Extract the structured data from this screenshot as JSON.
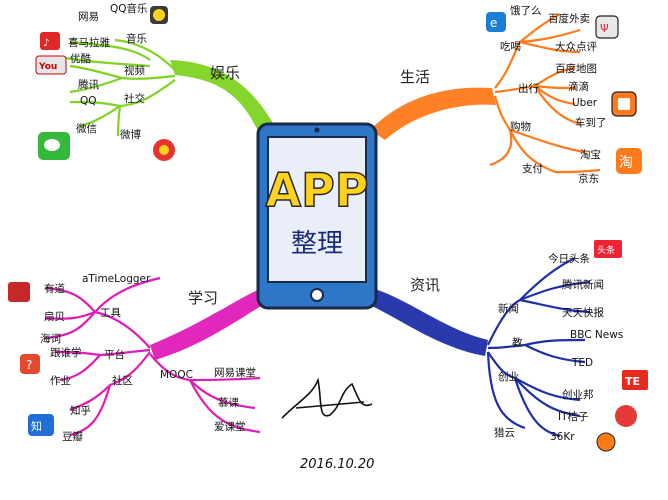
{
  "center": {
    "title": "APP",
    "subtitle": "整理"
  },
  "colors": {
    "entertainment": "#7fd321",
    "life": "#ff7a1a",
    "study": "#e01cb8",
    "news": "#1f2fa8",
    "phone_body": "#2e76c8",
    "screen": "#e9eef8",
    "app_text": "#ffd21f"
  },
  "branches": {
    "entertainment": {
      "label": "娱乐",
      "subs": [
        {
          "label": "音乐",
          "leaves": [
            "网易",
            "QQ音乐",
            "喜马拉雅"
          ]
        },
        {
          "label": "视频",
          "leaves": [
            "优酷",
            "腾讯"
          ]
        },
        {
          "label": "社交",
          "leaves": [
            "QQ",
            "微信",
            "微博"
          ]
        }
      ]
    },
    "life": {
      "label": "生活",
      "subs": [
        {
          "label": "吃喝",
          "leaves": [
            "饿了么",
            "百度外卖",
            "大众点评"
          ]
        },
        {
          "label": "出行",
          "leaves": [
            "百度地图",
            "滴滴",
            "Uber",
            "车到了"
          ]
        },
        {
          "label": "购物",
          "leaves": [
            "淘宝",
            "京东"
          ]
        },
        {
          "label": "支付",
          "leaves": []
        }
      ]
    },
    "study": {
      "label": "学习",
      "subs": [
        {
          "label": "工具",
          "leaves": [
            "有道",
            "aTimeLogger",
            "扇贝",
            "海词"
          ]
        },
        {
          "label": "平台",
          "leaves": [
            "跟谁学",
            "作业"
          ]
        },
        {
          "label": "社区",
          "leaves": [
            "知乎",
            "豆瓣"
          ]
        },
        {
          "label": "MOOC",
          "leaves": [
            "网易课堂",
            "慕课",
            "爱课堂"
          ]
        }
      ]
    },
    "news": {
      "label": "资讯",
      "subs": [
        {
          "label": "新闻",
          "leaves": [
            "今日头条",
            "腾讯新闻",
            "天天快报"
          ]
        },
        {
          "label": "教",
          "leaves": [
            "BBC News",
            "TED"
          ]
        },
        {
          "label": "创业",
          "leaves": [
            "创业邦",
            "IT桔子",
            "36Kr"
          ]
        },
        {
          "label": "猎云",
          "leaves": []
        }
      ]
    }
  },
  "signature": {
    "date": "2016.10.20"
  }
}
